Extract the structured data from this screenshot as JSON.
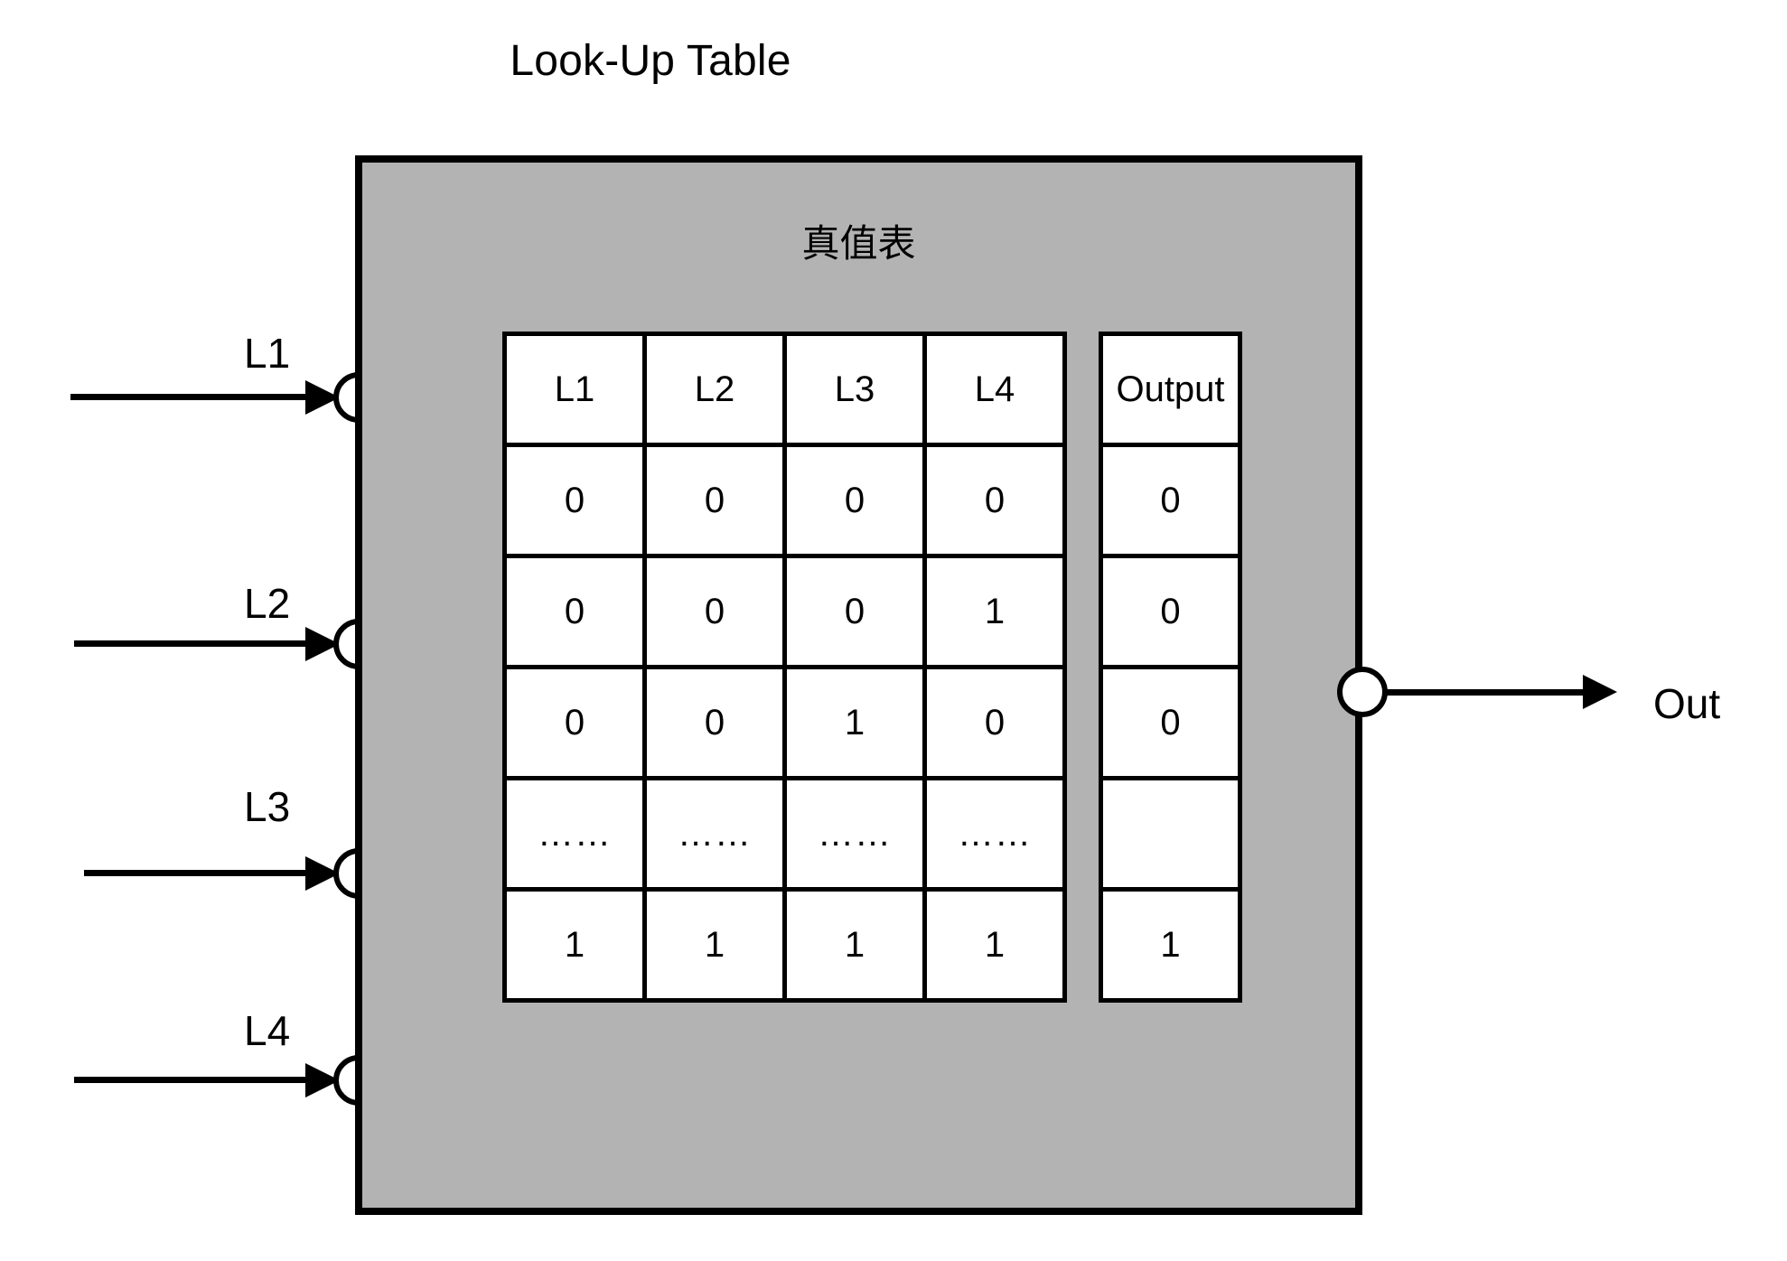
{
  "title": "Look-Up Table",
  "block": {
    "subtitle": "真值表",
    "fill_color": "#b3b3b3",
    "border_color": "#000000"
  },
  "inputs": [
    {
      "label": "L1"
    },
    {
      "label": "L2"
    },
    {
      "label": "L3"
    },
    {
      "label": "L4"
    }
  ],
  "output": {
    "label": "Out"
  },
  "chart_data": {
    "type": "table",
    "title": "真值表",
    "input_columns": [
      "L1",
      "L2",
      "L3",
      "L4"
    ],
    "output_columns": [
      "Output"
    ],
    "input_rows": [
      [
        "0",
        "0",
        "0",
        "0"
      ],
      [
        "0",
        "0",
        "0",
        "1"
      ],
      [
        "0",
        "0",
        "1",
        "0"
      ],
      [
        "……",
        "……",
        "……",
        "……"
      ],
      [
        "1",
        "1",
        "1",
        "1"
      ]
    ],
    "output_rows": [
      [
        "0"
      ],
      [
        "0"
      ],
      [
        "0"
      ],
      [
        ""
      ],
      [
        "1"
      ]
    ]
  }
}
